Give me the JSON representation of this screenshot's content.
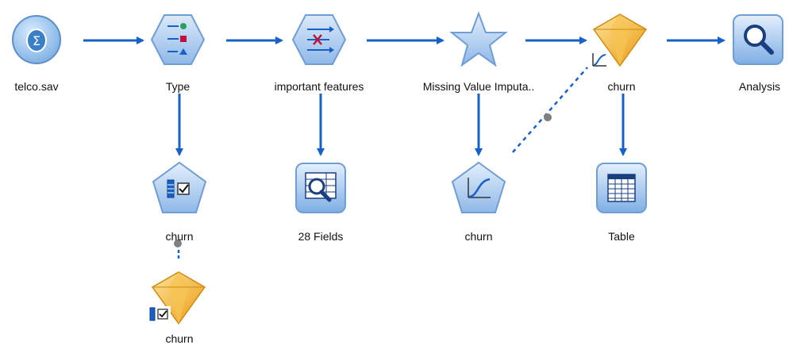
{
  "nodes": {
    "source": {
      "label": "telco.sav"
    },
    "type": {
      "label": "Type"
    },
    "filter": {
      "label": "important features"
    },
    "supernode": {
      "label": "Missing Value Imputa.."
    },
    "model_nugget": {
      "label": "churn"
    },
    "analysis": {
      "label": "Analysis"
    },
    "feature_model": {
      "label": "churn"
    },
    "fields_output": {
      "label": "28 Fields"
    },
    "logistic_model": {
      "label": "churn"
    },
    "table": {
      "label": "Table"
    },
    "feature_nugget": {
      "label": "churn"
    }
  },
  "colors": {
    "link": "#1660c8",
    "node_blue": "#8fb8e8",
    "nugget_gold": "#f5b63a"
  }
}
